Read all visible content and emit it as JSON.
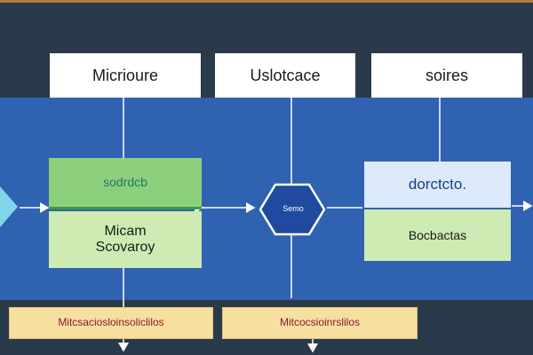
{
  "top_boxes": [
    "Micrioure",
    "Uslotcace",
    "soires"
  ],
  "left_block": {
    "header": "sodrdcb",
    "body_line1": "Micam",
    "body_line2": "Scovaroy"
  },
  "hub_label": "Semo",
  "right_block": {
    "header": "dorctcto.",
    "body": "Bocbactas"
  },
  "bottom_boxes": [
    "Mitcsaciosloinsoliclilos",
    "Mitcocsioinrslilos"
  ],
  "colors": {
    "background": "#2a3a4a",
    "band": "#2f62b0",
    "green_header": "#8ccf7d",
    "green_body": "#cdebb3",
    "blue_header": "#dceafb",
    "hub": "#1f4aa0",
    "bottom_fill": "#f7dfa0",
    "bottom_text": "#8a1a2a",
    "entry_arrow": "#7fd6e6"
  }
}
